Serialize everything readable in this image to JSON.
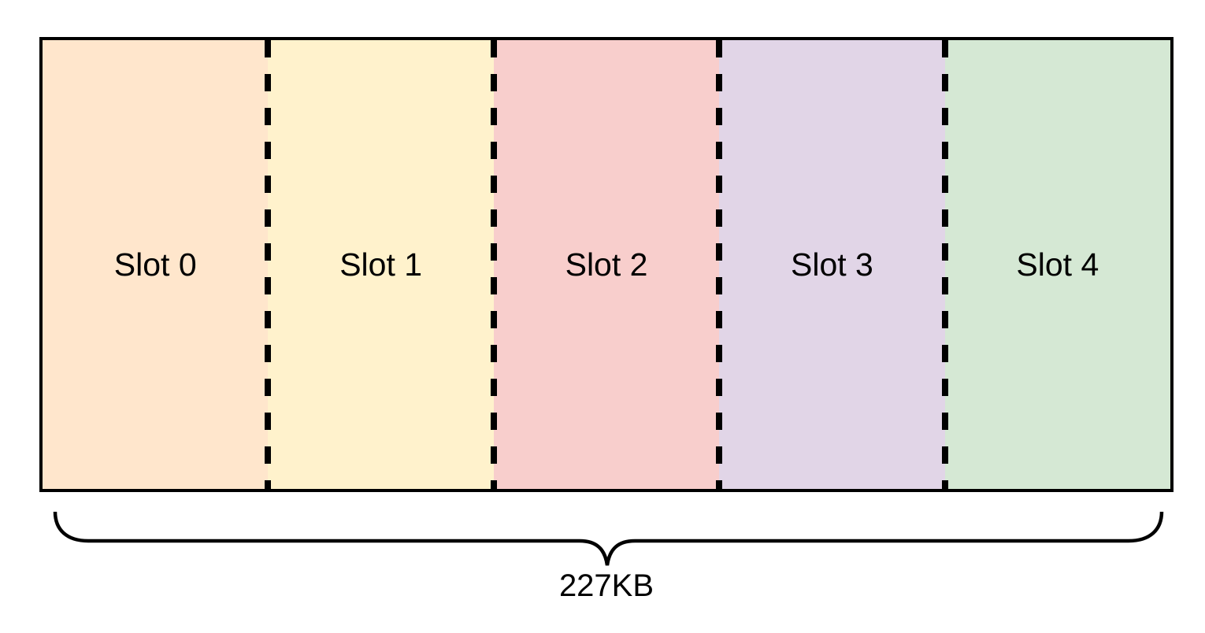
{
  "diagram": {
    "slots": [
      {
        "label": "Slot 0",
        "color": "#FFE6CC"
      },
      {
        "label": "Slot 1",
        "color": "#FFF2CC"
      },
      {
        "label": "Slot 2",
        "color": "#F8CECC"
      },
      {
        "label": "Slot 3",
        "color": "#E1D5E7"
      },
      {
        "label": "Slot 4",
        "color": "#D5E8D4"
      }
    ],
    "border_color": "#000000",
    "divider_color": "#000000",
    "brace_color": "#000000",
    "total_size_label": "227KB"
  }
}
